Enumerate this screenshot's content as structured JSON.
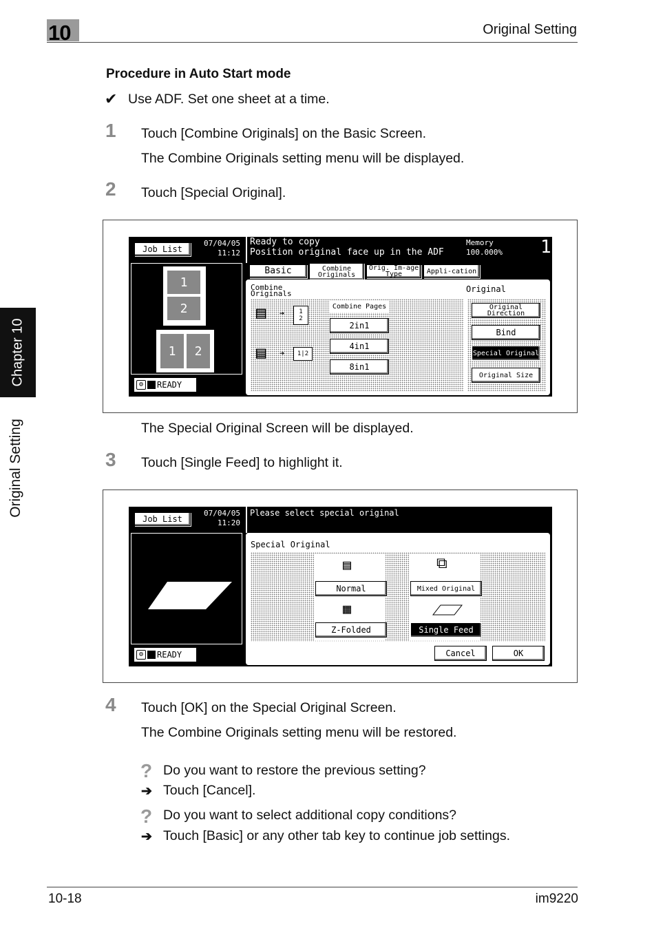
{
  "header": {
    "chapter_number": "10",
    "title": "Original Setting"
  },
  "side_tabs": {
    "chapter": "Chapter 10",
    "section": "Original Setting"
  },
  "procedure": {
    "heading": "Procedure in Auto Start mode",
    "check_mark": "✔",
    "precondition": "Use ADF. Set one sheet at a time.",
    "steps": [
      {
        "number": "1",
        "text": "Touch [Combine Originals] on the Basic Screen.",
        "result": "The Combine Originals setting menu will be displayed."
      },
      {
        "number": "2",
        "text": "Touch [Special Original].",
        "result": "The Special Original Screen will be displayed."
      },
      {
        "number": "3",
        "text": "Touch [Single Feed] to highlight it."
      },
      {
        "number": "4",
        "text": "Touch [OK] on the Special Original Screen.",
        "result": "The Combine Originals setting menu will be restored."
      }
    ],
    "tips": [
      {
        "question_mark": "?",
        "question": "Do you want to restore the previous setting?",
        "arrow": "➔",
        "answer": "Touch [Cancel]."
      },
      {
        "question_mark": "?",
        "question": "Do you want to select additional copy conditions?",
        "arrow": "➔",
        "answer": "Touch [Basic] or any other tab key to continue job settings."
      }
    ]
  },
  "screen1": {
    "job_list": "Job List",
    "date": "07/04/05",
    "time": "11:12",
    "message_line1": "Ready to copy",
    "message_line2": "Position original face up in the ADF",
    "memory_label": "Memory",
    "memory_value": "100.000%",
    "copies": "1",
    "tabs": [
      "Basic",
      "Combine Originals",
      "Orig. Im-age Type",
      "Appli-cation"
    ],
    "panel_title": "Combine Originals",
    "combine_pages_label": "Combine Pages",
    "combine_buttons": [
      "2in1",
      "4in1",
      "8in1"
    ],
    "original_label": "Original",
    "original_buttons": [
      "Original Direction",
      "Bind",
      "Special Original",
      "Original Size"
    ],
    "ready": "READY",
    "preview_numbers": [
      "1",
      "2",
      "1",
      "2"
    ]
  },
  "screen2": {
    "job_list": "Job List",
    "date": "07/04/05",
    "time": "11:20",
    "message": "Please select special original",
    "panel_title": "Special Original",
    "options": [
      "Normal",
      "Mixed Original",
      "Z-Folded",
      "Single Feed"
    ],
    "selected": "Single Feed",
    "cancel": "Cancel",
    "ok": "OK",
    "ready": "READY"
  },
  "footer": {
    "page": "10-18",
    "model": "im9220"
  }
}
